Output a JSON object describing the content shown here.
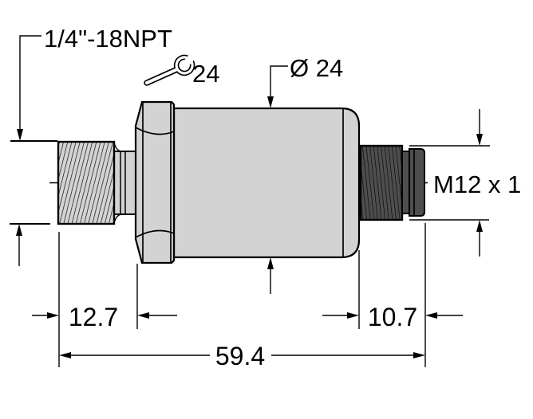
{
  "drawing": {
    "title": "Pressure transmitter dimension drawing",
    "labels": {
      "port_thread": "1/4\"-18NPT",
      "wrench_size": "24",
      "body_diameter": "Ø 24",
      "connector_thread": "M12 x 1"
    },
    "dimensions": {
      "port_length": "12.7",
      "connector_length": "10.7",
      "overall_length": "59.4"
    },
    "colors": {
      "body_fill": "#d3d3d3",
      "connector_fill": "#4e4e4e",
      "line": "#000000",
      "background": "#ffffff"
    }
  }
}
